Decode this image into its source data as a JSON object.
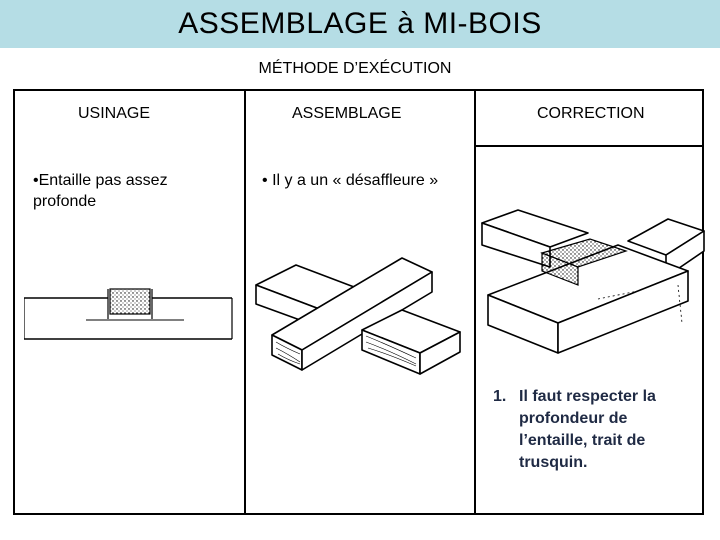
{
  "header": {
    "title": "ASSEMBLAGE à MI-BOIS",
    "subtitle": "MÉTHODE D’EXÉCUTION"
  },
  "columns": [
    {
      "heading": "USINAGE",
      "bullet": "•",
      "text": "Entaille pas assez profonde"
    },
    {
      "heading": "ASSEMBLAGE",
      "bullet": "•",
      "text": "Il y a un « désaffleure »"
    },
    {
      "heading": "CORRECTION"
    }
  ],
  "correction_list": [
    {
      "number": "1.",
      "text": "Il faut respecter la profondeur de l’entaille, trait de trusquin."
    }
  ],
  "colors": {
    "title_bar": "#b5dde5",
    "list_text": "#1f2a44"
  },
  "illustrations": {
    "col1": "cross-section-icon",
    "col2": "cross-lap-joint-icon",
    "col3": "cross-lap-joint-hatched-icon"
  }
}
